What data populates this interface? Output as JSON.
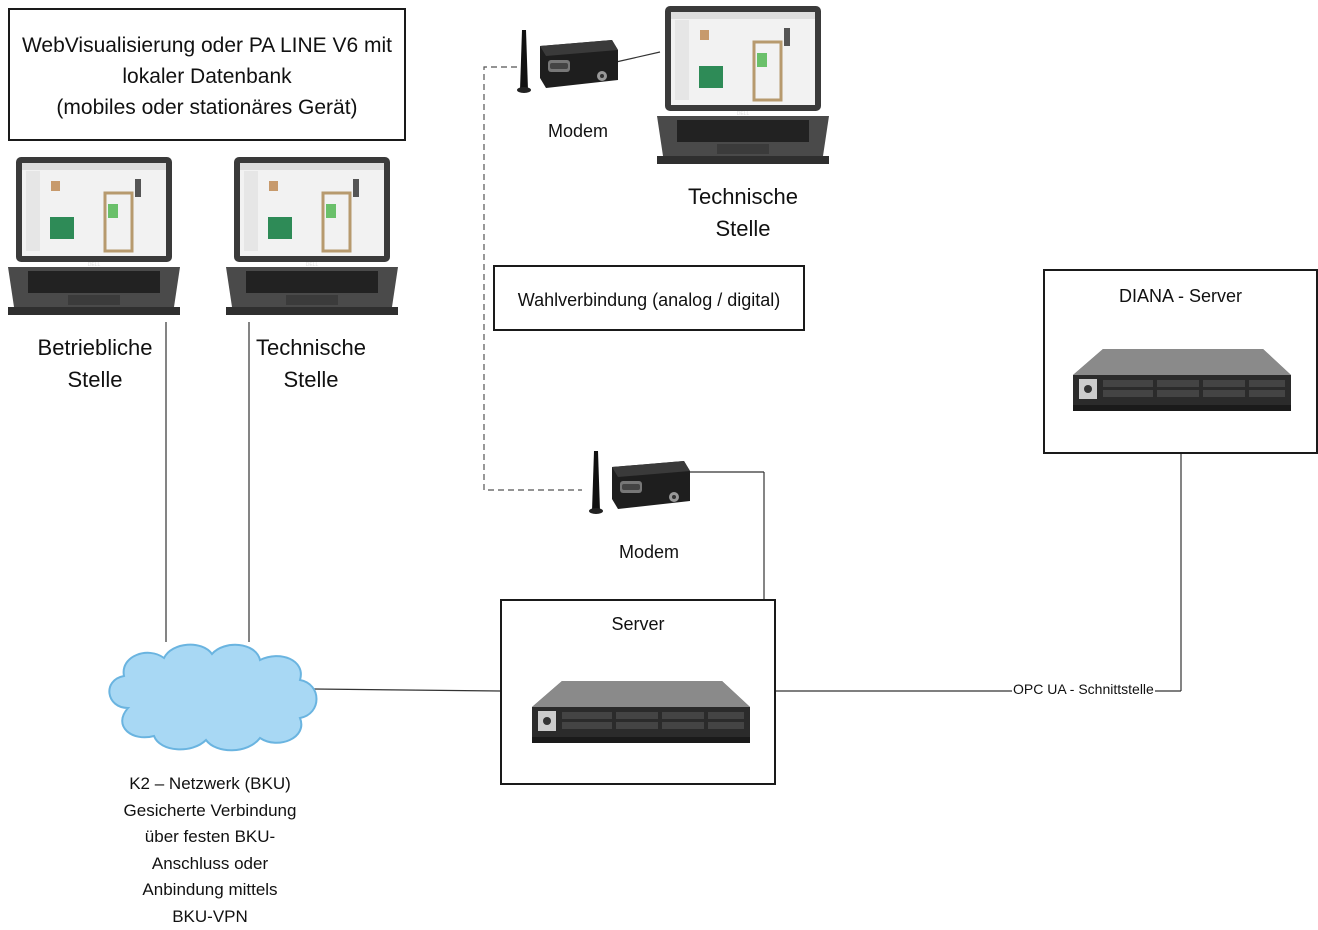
{
  "header_box": {
    "lines": "WebVisualisierung oder PA LINE V6 mit\nlokaler Datenbank\n(mobiles oder stationäres Gerät)"
  },
  "laptops": [
    {
      "id": "betriebliche",
      "label": "Betriebliche\nStelle",
      "brand": "DELL"
    },
    {
      "id": "technische-left",
      "label": "Technische\nStelle",
      "brand": "DELL"
    },
    {
      "id": "technische-top",
      "label": "Technische\nStelle",
      "brand": "DELL"
    }
  ],
  "modems": [
    {
      "id": "modem-top",
      "label": "Modem"
    },
    {
      "id": "modem-mid",
      "label": "Modem"
    }
  ],
  "dial_box": {
    "label": "Wahlverbindung (analog / digital)"
  },
  "server_box": {
    "title": "Server"
  },
  "diana_box": {
    "title": "DIANA - Server"
  },
  "interface_label": "OPC UA - Schnittstelle",
  "network_label": "K2 – Netzwerk (BKU)\nGesicherte Verbindung\nüber festen BKU-\nAnschluss oder\nAnbindung mittels\nBKU-VPN",
  "colors": {
    "cloud_fill": "#a8d8f4",
    "cloud_stroke": "#6ab4e0",
    "line": "#333333",
    "server_body": "#2b2b2b",
    "laptop_body": "#3a3a3a"
  }
}
